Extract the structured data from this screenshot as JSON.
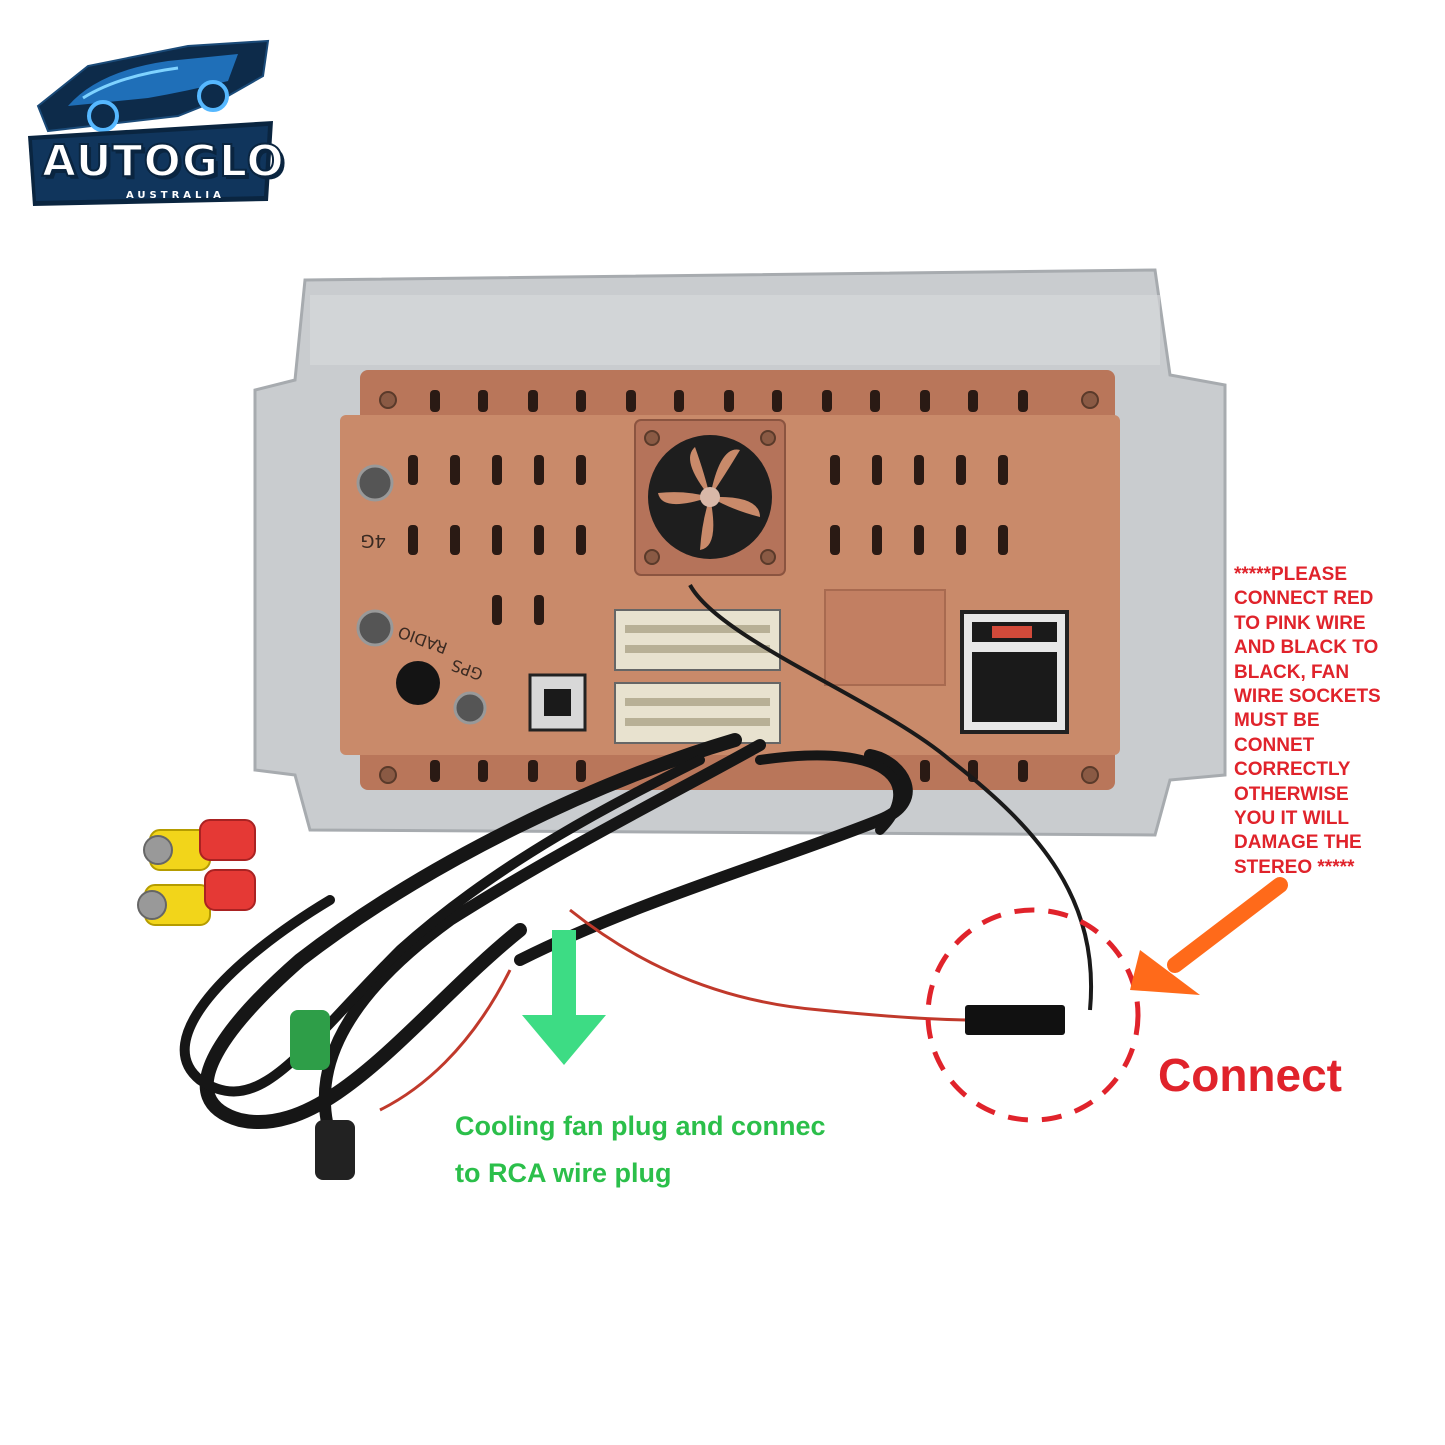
{
  "logo": {
    "name": "AUTOGLO",
    "sub": "AUSTRALIA"
  },
  "warning": {
    "lines": [
      "*****PLEASE",
      "CONNECT RED",
      "TO PINK WIRE",
      "AND BLACK TO",
      "BLACK, FAN",
      "WIRE SOCKETS",
      "MUST BE",
      "CONNET",
      "CORRECTLY",
      "OTHERWISE",
      "YOU IT WILL",
      "DAMAGE THE",
      "STEREO *****"
    ]
  },
  "connect_label": "Connect",
  "cooling": {
    "line1": "Cooling fan plug and connec",
    "line2": "to RCA wire plug"
  },
  "panel_labels": {
    "fourg": "4G",
    "radio": "RADIO",
    "gps": "GPS"
  },
  "colors": {
    "warning_red": "#e0232b",
    "cooling_green": "#2bbf4a",
    "copper": "#c98a6a",
    "metal_frame": "#c9cccf"
  }
}
